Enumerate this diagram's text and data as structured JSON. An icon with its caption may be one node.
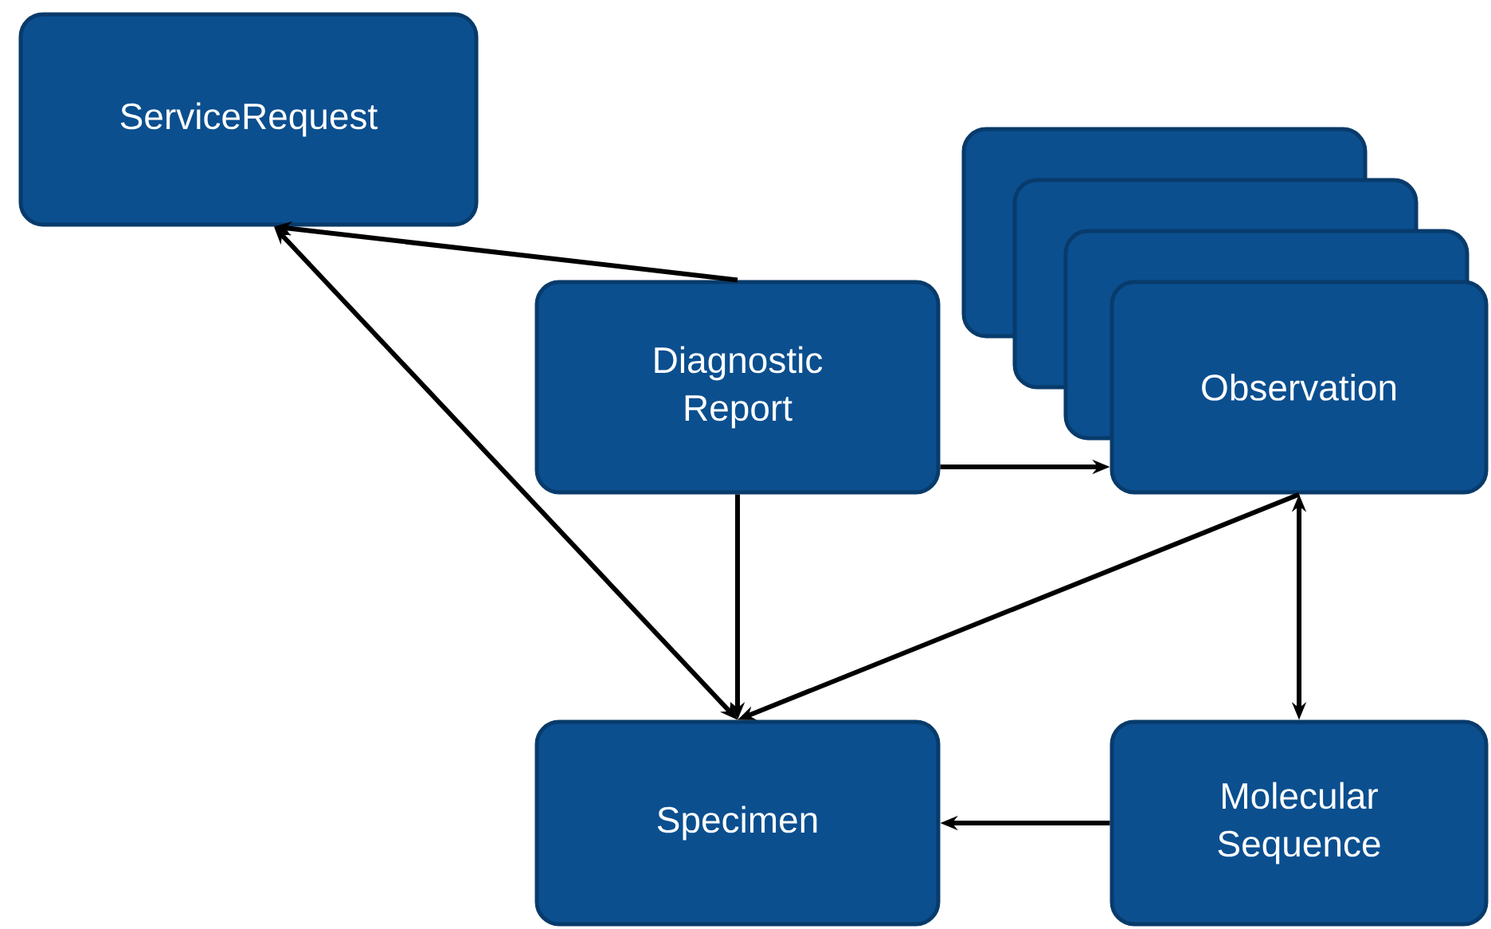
{
  "diagram": {
    "nodes": [
      {
        "text": [
          "ServiceRequest"
        ]
      },
      {
        "text": [],
        "shape": "box"
      },
      {
        "text": [],
        "shape": "box"
      },
      {
        "text": [],
        "shape": "box"
      },
      {
        "text": [
          "Diagnostic Report"
        ]
      },
      {
        "text": [
          "Observation"
        ]
      },
      {
        "text": [
          "Specimen"
        ]
      },
      {
        "text": [
          "Molecular Sequence"
        ]
      }
    ],
    "edges": [
      {
        "from": 4,
        "to": 0,
        "arrow": "to"
      },
      {
        "from": 0,
        "to": 6,
        "arrow": "both"
      },
      {
        "from": 4,
        "to": 5,
        "arrow": "to"
      },
      {
        "from": 4,
        "to": 6,
        "arrow": "to"
      },
      {
        "from": 5,
        "to": 6,
        "arrow": "to"
      },
      {
        "from": 5,
        "to": 7,
        "arrow": "both"
      },
      {
        "from": 7,
        "to": 6,
        "arrow": "to"
      }
    ]
  }
}
